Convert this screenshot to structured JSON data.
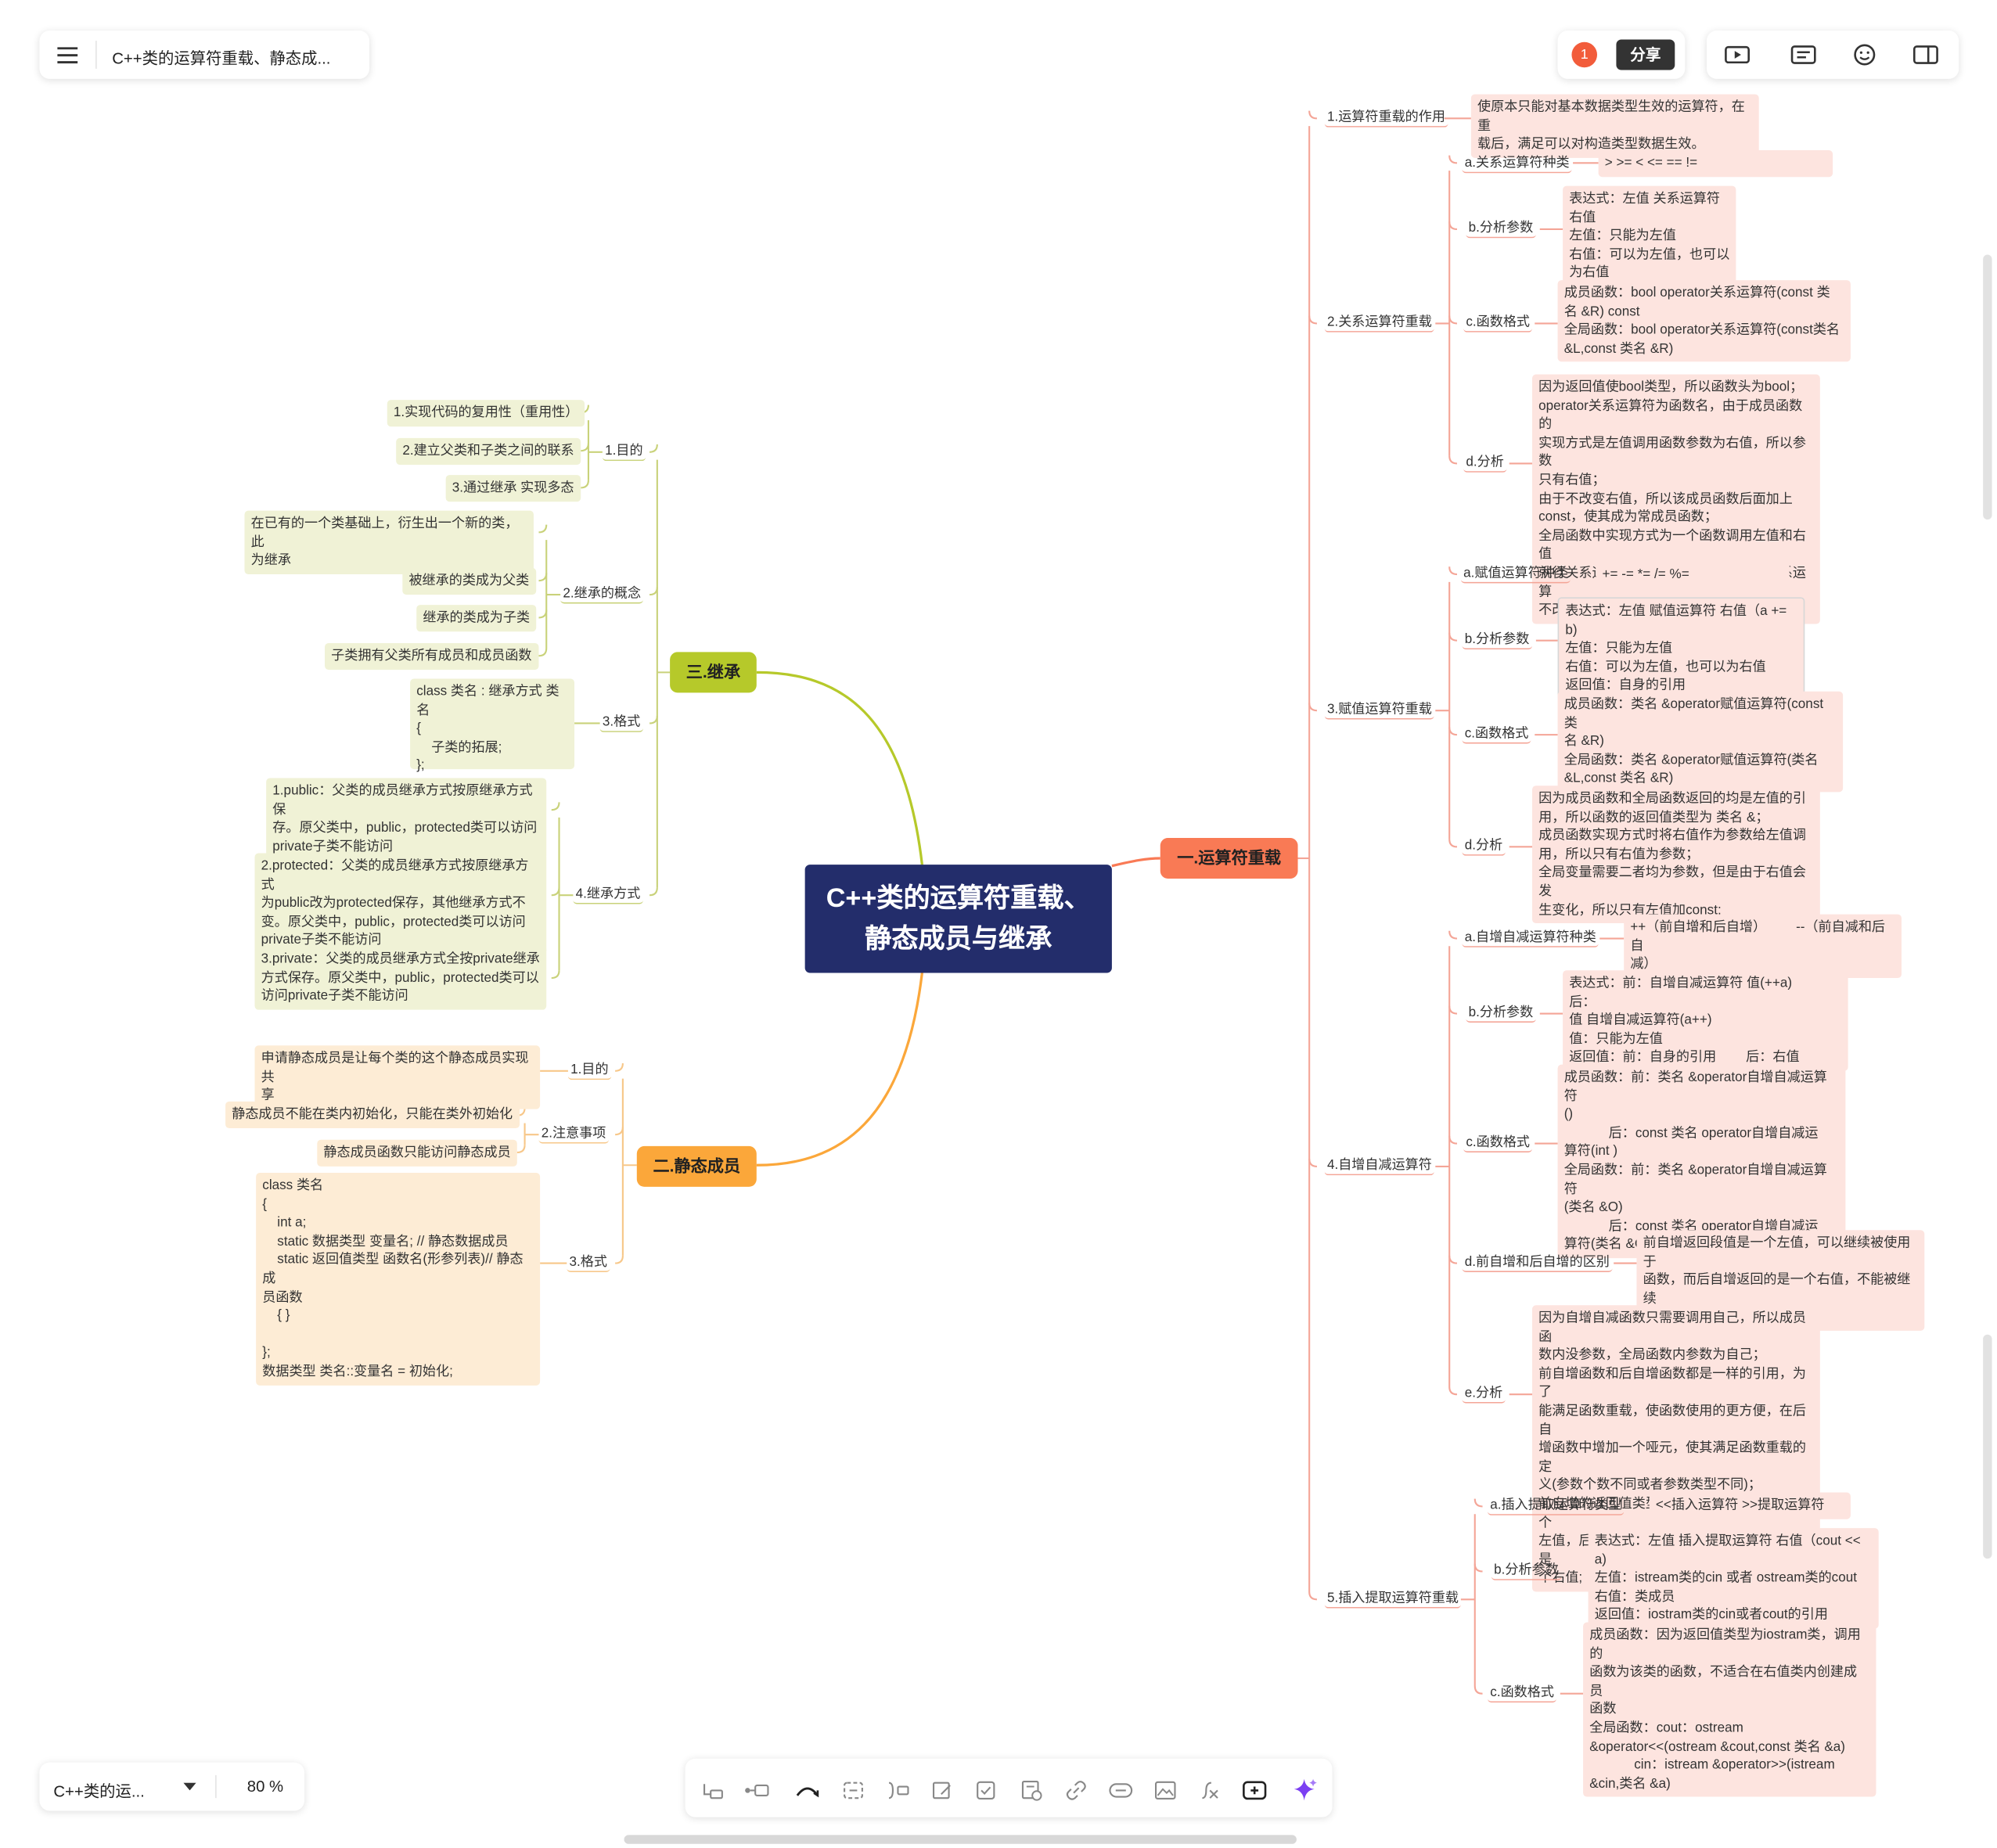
{
  "header": {
    "doc_title": "C++类的运算符重载、静态成..."
  },
  "top_right": {
    "notification_count": "1",
    "share_label": "分享"
  },
  "bottom_left": {
    "doc_select": "C++类的运...",
    "zoom": "80 %"
  },
  "colors": {
    "root": "#232d6b",
    "red_branch": "#f97a55",
    "green_branch": "#b6c92a",
    "orange_branch": "#fba73a"
  },
  "map": {
    "root": "C++类的运算符重载、静态成员与继承",
    "b1": {
      "title": "一.运算符重载",
      "s1": {
        "label": "1.运算符重载的作用",
        "text": "使原本只能对基本数据类型生效的运算符，在重\n载后，满足可以对构造类型数据生效。"
      },
      "s2": {
        "label": "2.关系运算符重载",
        "a_label": "a.关系运算符种类",
        "a_text": ">        >=        <        <=        ==        !=",
        "b_label": "b.分析参数",
        "b_text": "表达式：左值 关系运算符 右值\n左值：只能为左值\n右值：可以为左值，也可以为右值\n返回值：bool（ture or false）",
        "c_label": "c.函数格式",
        "c_text": "成员函数：bool operator关系运算符(const 类\n名 &R) const\n全局函数：bool operator关系运算符(const类名\n&L,const 类名 &R)",
        "d_label": "d.分析",
        "d_text": "因为返回值使bool类型，所以函数头为bool；\noperator关系运算符为函数名，由于成员函数的\n实现方式是左值调用函数参数为右值，所以参数\n只有右值；\n由于不改变右值，所以该成员函数后面加上\nconst，使其成为常成员函数；\n全局函数中实现方式为一个函数调用左值和右值\n就行关系运算，所以参数为两个，因为关系运算\n不改变参数值，所以加const"
      },
      "s3": {
        "label": "3.赋值运算符重载",
        "a_label": "a.赋值运算符种类",
        "a_text": "+=        -=        *=        /=        %=",
        "b_label": "b.分析参数",
        "b_text": "表达式：左值 赋值运算符 右值（a += b)\n左值：只能为左值\n右值：可以为左值，也可以为右值\n返回值：自身的引用",
        "c_label": "c.函数格式",
        "c_text": "成员函数：类名 &operator赋值运算符(const 类\n名 &R)\n全局函数：类名 &operator赋值运算符(类名\n&L,const 类名 &R)",
        "d_label": "d.分析",
        "d_text": "因为成员函数和全局函数返回的均是左值的引\n用，所以函数的返回值类型为 类名 &；\n成员函数实现方式时将右值作为参数给左值调\n用，所以只有右值为参数；\n全局变量需要二者均为参数，但是由于右值会发\n生变化，所以只有左值加const;"
      },
      "s4": {
        "label": "4.自增自减运算符",
        "a_label": "a.自增自减运算符种类",
        "a_text": "++（前自增和后自增）        --（前自减和后自\n减）",
        "b_label": "b.分析参数",
        "b_text": "表达式：前：自增自减运算符 值(++a)        后：\n值 自增自减运算符(a++)\n值：只能为左值\n返回值：前：自身的引用        后：右值",
        "c_label": "c.函数格式",
        "c_text": "成员函数：前：类名 &operator自增自减运算符\n()\n            后：const 类名 operator自增自减运\n算符(int )\n全局函数：前：类名 &operator自增自减运算符\n(类名 &O)\n            后：const 类名 operator自增自减运\n算符(类名 &O,int)",
        "d_label": "d.前自增和后自增的区别",
        "d_text": "前自增返回段值是一个左值，可以继续被使用于\n函数，而后自增返回的是一个右值，不能被继续\n适用于函数",
        "e_label": "e.分析",
        "e_text": "因为自增自减函数只需要调用自己，所以成员函\n数内没参数，全局函数内参数为自己；\n前自增函数和后自增函数都是一样的引用，为了\n能满足函数重载，使函数使用的更方便，在后自\n增函数中增加一个哑元，使其满足函数重载的定\n义(参数个数不同或者参数类型不同)；\n前自增的返回值类型是类名 &（类的引用）是个\n左值，后自增返回的是类名（类的右值返回）是\n个右值;"
      },
      "s5": {
        "label": "5.插入提取运算符重载",
        "a_label": "a.插入提取运算符类型",
        "a_text": "<<插入运算符        >>提取运算符",
        "b_label": "b.分析参数",
        "b_text": "表达式：左值 插入提取运算符 右值（cout << a)\n左值：istream类的cin 或者 ostream类的cout\n右值：类成员\n返回值：iostram类的cin或者cout的引用",
        "c_label": "c.函数格式",
        "c_text": "成员函数：因为返回值类型为iostram类，调用的\n函数为该类的函数，不适合在右值类内创建成员\n函数\n全局函数：cout：ostream\n&operator<<(ostream &cout,const 类名 &a)\n            cin：istream &operator>>(istream\n&cin,类名 &a)"
      }
    },
    "b2": {
      "title": "二.静态成员",
      "s1": {
        "label": "1.目的",
        "text": "申请静态成员是让每个类的这个静态成员实现共\n享"
      },
      "s2": {
        "label": "2.注意事项",
        "i1": "静态成员不能在类内初始化，只能在类外初始化",
        "i2": "静态成员函数只能访问静态成员"
      },
      "s3": {
        "label": "3.格式",
        "text": "class 类名\n{\n    int a;\n    static 数据类型 变量名; // 静态数据成员\n    static 返回值类型 函数名(形参列表)// 静态成\n员函数\n    { }\n\n};\n数据类型 类名::变量名 = 初始化;"
      }
    },
    "b3": {
      "title": "三.继承",
      "s1": {
        "label": "1.目的",
        "i1": "1.实现代码的复用性（重用性）",
        "i2": "2.建立父类和子类之间的联系",
        "i3": "3.通过继承 实现多态"
      },
      "s2": {
        "label": "2.继承的概念",
        "i1": "在已有的一个类基础上，衍生出一个新的类，此\n为继承",
        "i2": "被继承的类成为父类",
        "i3": "继承的类成为子类",
        "i4": "子类拥有父类所有成员和成员函数"
      },
      "s3": {
        "label": "3.格式",
        "text": "class 类名 : 继承方式 类名\n{\n    子类的拓展;\n};"
      },
      "s4": {
        "label": "4.继承方式",
        "i1": "1.public：父类的成员继承方式按原继承方式保\n存。原父类中，public，protected类可以访问\nprivate子类不能访问",
        "i2": "2.protected：父类的成员继承方式按原继承方式\n为public改为protected保存，其他继承方式不\n变。原父类中，public，protected类可以访问\nprivate子类不能访问",
        "i3": "3.private：父类的成员继承方式全按private继承\n方式保存。原父类中，public，protected类可以\n访问private子类不能访问"
      }
    }
  }
}
